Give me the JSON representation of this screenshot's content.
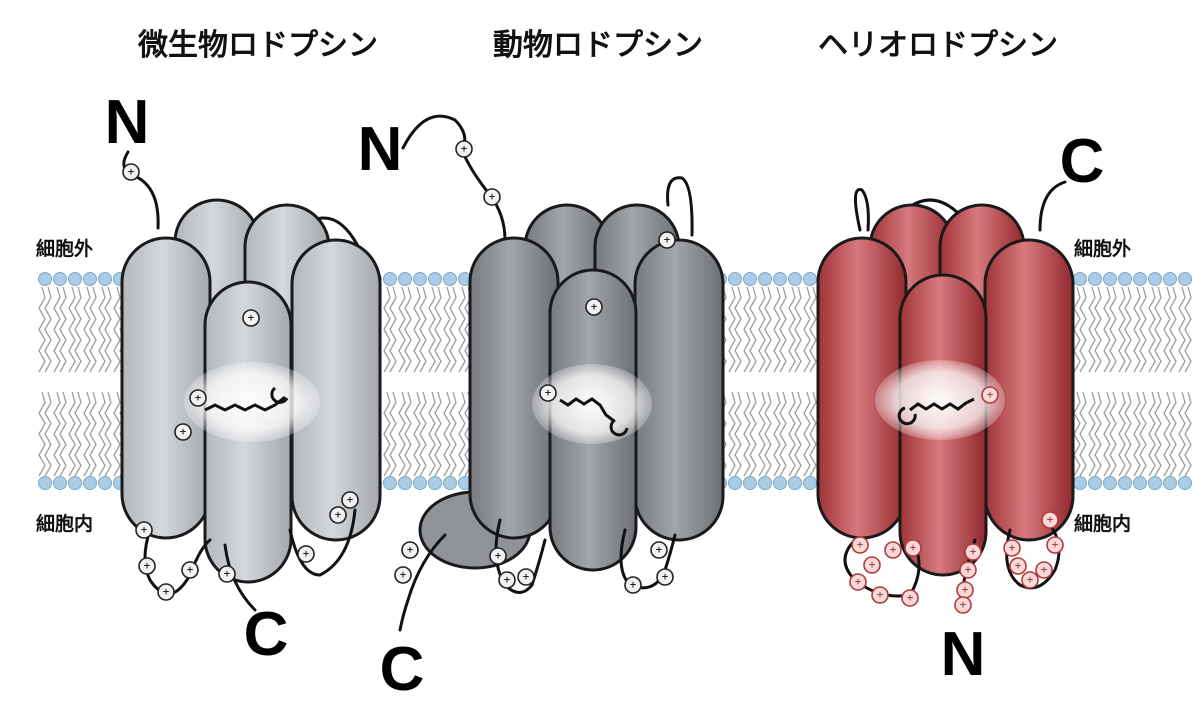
{
  "titles": {
    "microbial": "微生物ロドプシン",
    "animal": "動物ロドプシン",
    "helio": "ヘリオロドプシン"
  },
  "membrane_labels": {
    "outside_left": "細胞外",
    "inside_left": "細胞内",
    "outside_right": "細胞外",
    "inside_right": "細胞内"
  },
  "termini": {
    "microbial_n": "N",
    "microbial_c": "C",
    "animal_n": "N",
    "animal_c": "C",
    "helio_c": "C",
    "helio_n": "N"
  },
  "positive_charge_symbol": "+",
  "colors": {
    "microbial_fill": "#c6c9cd",
    "animal_fill": "#8e9196",
    "helio_fill": "#b9474c",
    "lipid_head": "#a9cde6",
    "lipid_tail": "#9d9d9d",
    "charge_helio": "#b23a3a"
  }
}
